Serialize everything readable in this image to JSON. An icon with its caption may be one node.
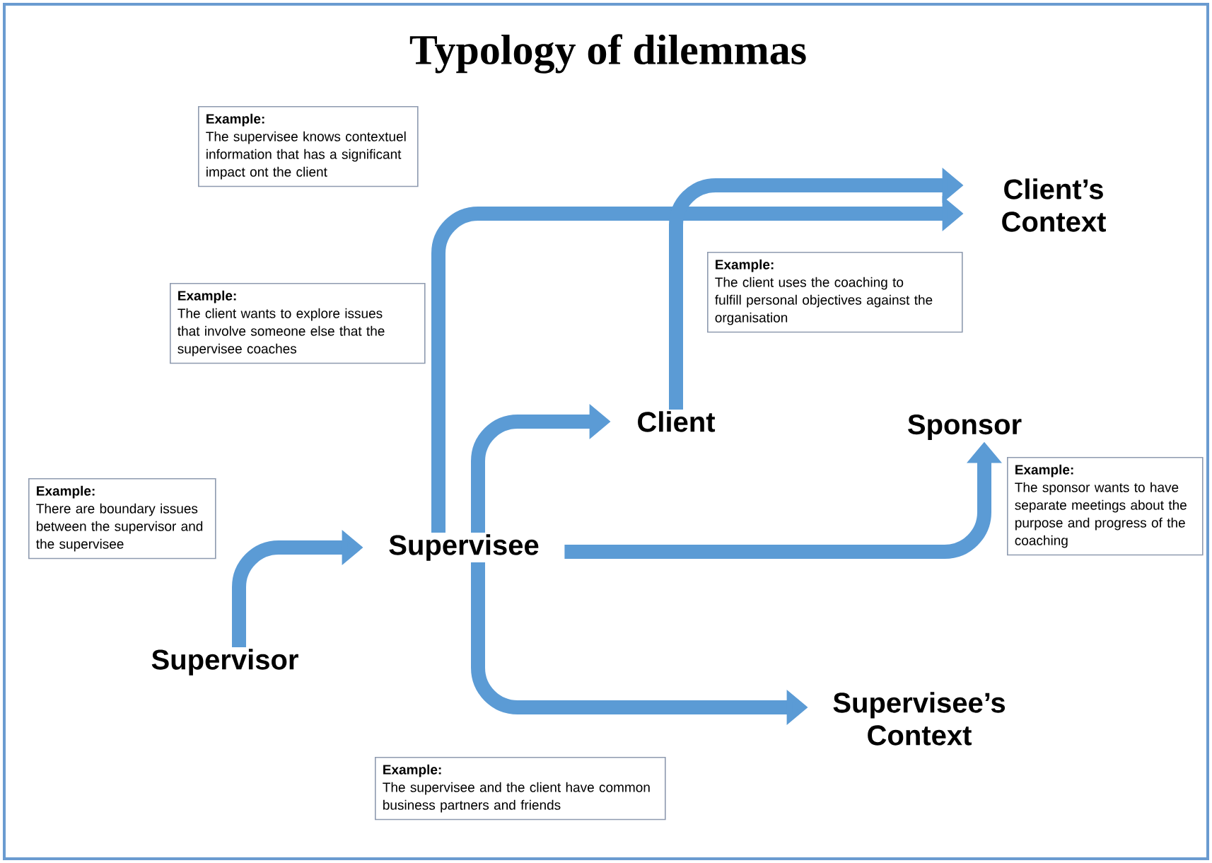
{
  "diagram": {
    "title": "Typology of dilemmas",
    "nodes": [
      {
        "text": [
          "Client’s Context"
        ]
      },
      {
        "text": [
          "Client"
        ]
      },
      {
        "text": [
          "Sponsor"
        ]
      },
      {
        "text": [
          "Supervisee"
        ]
      },
      {
        "text": [
          "Supervisor"
        ]
      },
      {
        "text": [
          "Supervisee’s Context"
        ]
      },
      {
        "text": [
          "Example:",
          "The supervisee knows contextuel information that has a significant impact ont the client"
        ]
      },
      {
        "text": [
          "Example:",
          "The client wants to explore issues that involve someone else that the supervisee coaches"
        ]
      },
      {
        "text": [
          "Example:",
          "The client uses the coaching to fulfill personal objectives against the organisation"
        ]
      },
      {
        "text": [
          "Example:",
          "There are boundary issues between the supervisor and the supervisee"
        ]
      },
      {
        "text": [
          "Example:",
          "The sponsor wants to have separate meetings about the purpose and progress of the coaching"
        ]
      },
      {
        "text": [
          "Example:",
          "The supervisee and the client have common business partners and friends"
        ]
      }
    ],
    "edges": [
      {
        "from": 4,
        "to": 3,
        "arrow": "to"
      },
      {
        "from": 3,
        "to": 1,
        "arrow": "to"
      },
      {
        "from": 3,
        "to": 0,
        "arrow": "to"
      },
      {
        "from": 1,
        "to": 0,
        "arrow": "to"
      },
      {
        "from": 3,
        "to": 2,
        "arrow": "to"
      },
      {
        "from": 3,
        "to": 5,
        "arrow": "to"
      }
    ]
  }
}
